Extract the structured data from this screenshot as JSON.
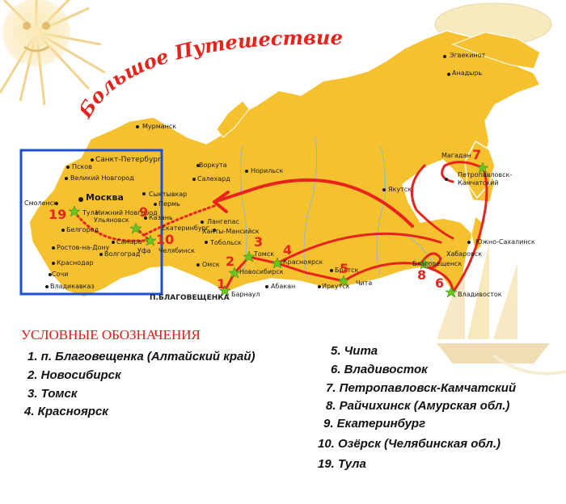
{
  "title": "Большое Путешествие Фроши",
  "colors": {
    "land": "#f6c12f",
    "route": "#e8231c",
    "stop_star": "#69c51f",
    "inset_frame": "#1c4fd6",
    "legend_title": "#e01a12"
  },
  "icons": [
    "sun-icon",
    "airship-icon",
    "sailing-ship-icon",
    "star-marker-icon"
  ],
  "legend": {
    "title": "УСЛОВНЫЕ ОБОЗНАЧЕНИЯ",
    "items": [
      "1. п. Благовещенка (Алтайский край)",
      "2. Новосибирск",
      "3. Томск",
      "4. Красноярск",
      "5. Чита",
      "6. Владивосток",
      "7. Петропавловск-Камчатский",
      "8. Райчихинск (Амурская обл.)",
      "9. Екатеринбург",
      "10. Озёрск (Челябинская обл.)",
      "19. Тула"
    ]
  },
  "blagoveshchenka_label": "П.БЛАГОВЕЩЕНКА",
  "stop_numbers": [
    "1",
    "2",
    "3",
    "4",
    "5",
    "6",
    "7",
    "8",
    "9",
    "10",
    "19"
  ],
  "cities": [
    "Эгвекинот",
    "Анадырь",
    "Мурманск",
    "Санкт-Петербург",
    "Псков",
    "Великий Новгород",
    "Смоленск",
    "Москва",
    "Тула",
    "Белгород",
    "Ростов-на-Дону",
    "Краснодар",
    "Сочи",
    "Владикавказ",
    "Волгоград",
    "Самара",
    "Казань",
    "Нижний Новгород",
    "Ульяновск",
    "Сыктывкар",
    "Пермь",
    "Уфа",
    "Екатеринбург",
    "Челябинск",
    "Воркута",
    "Салехард",
    "Норильск",
    "Лангепас",
    "Ханты-Мансийск",
    "Тобольск",
    "Омск",
    "Новосибирск",
    "Томск",
    "Красноярск",
    "Абакан",
    "Барнаул",
    "Братск",
    "Иркутск",
    "Чита",
    "Якутск",
    "Магадан",
    "Петропавловск-Камчатский",
    "Хабаровск",
    "Южно-Сахалинск",
    "Владивосток",
    "Благовещенск"
  ]
}
